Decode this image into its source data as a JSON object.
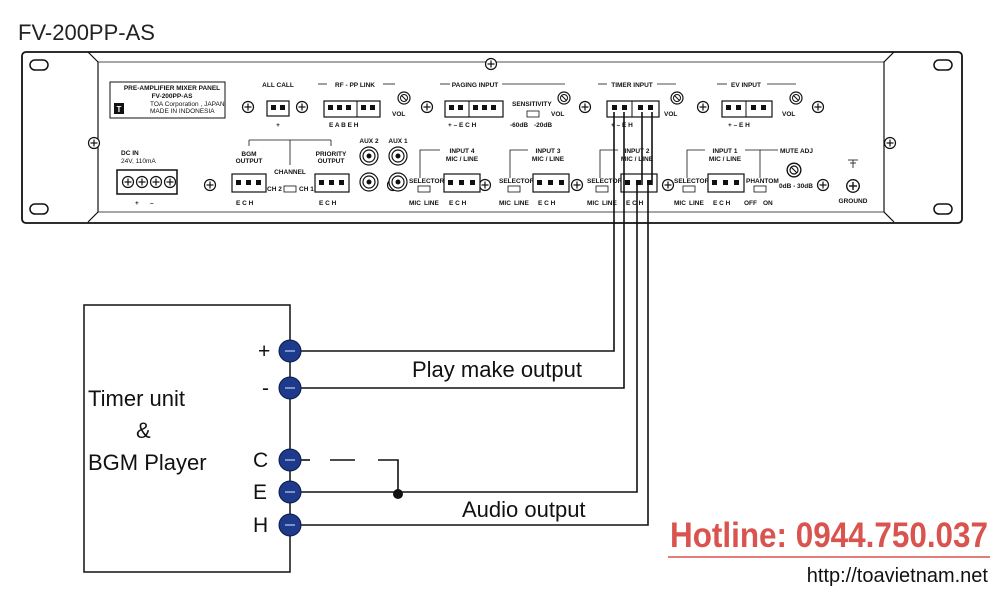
{
  "model": "FV-200PP-AS",
  "panel": {
    "name_line1": "PRE-AMPLIFIER MIXER PANEL",
    "name_line2": "FV-200PP-AS",
    "maker": "TOA Corporation , JAPAN",
    "origin": "MADE IN INDONESIA",
    "logo": "T"
  },
  "labels": {
    "all_call": "ALL CALL",
    "rf_pp_link": "RF - PP LINK",
    "paging_input": "PAGING INPUT",
    "sensitivity": "SENSITIVITY",
    "sens_low": "-60dB",
    "sens_high": "-20dB",
    "timer_input": "TIMER INPUT",
    "ev_input": "EV INPUT",
    "vol": "VOL",
    "dc_in": "DC IN",
    "dc_rating": "24V, 110mA",
    "bgm_output_1": "BGM",
    "bgm_output_2": "OUTPUT",
    "channel": "CHANNEL",
    "ch2": "CH 2",
    "ch1": "CH 1",
    "priority_1": "PRIORITY",
    "priority_2": "OUTPUT",
    "aux2": "AUX 2",
    "aux1": "AUX 1",
    "input4": "INPUT 4",
    "input3": "INPUT 3",
    "input2": "INPUT 2",
    "input1": "INPUT 1",
    "mic_line": "MIC / LINE",
    "selector": "SELECTOR",
    "mic": "MIC",
    "line": "LINE",
    "phantom": "PHANTOM",
    "off": "OFF",
    "on": "ON",
    "mute_adj": "MUTE ADJ",
    "mute_range": "0dB - 30dB",
    "ground": "GROUND",
    "plus": "+",
    "minus": "–",
    "ech": "E  C  H",
    "eh": "E   H",
    "eabeh": "E  A  B  E  H",
    "pm_ech": "+  –   E  C  H",
    "pm_eh": "+  –    E  H",
    "pm_eh_timer": "+  –   E  H"
  },
  "device": {
    "name_line1": "Timer unit",
    "name_line2": "&",
    "name_line3": "BGM Player",
    "terminals": [
      "+",
      "-",
      "C",
      "E",
      "H"
    ]
  },
  "wires": {
    "play_make_output": "Play make output",
    "audio_output": "Audio output"
  },
  "footer": {
    "hotline": "Hotline: 0944.750.037",
    "url": "http://toavietnam.net"
  },
  "colors": {
    "terminal_blue": "#1e3a8a",
    "hotline_red": "#d9534f"
  }
}
